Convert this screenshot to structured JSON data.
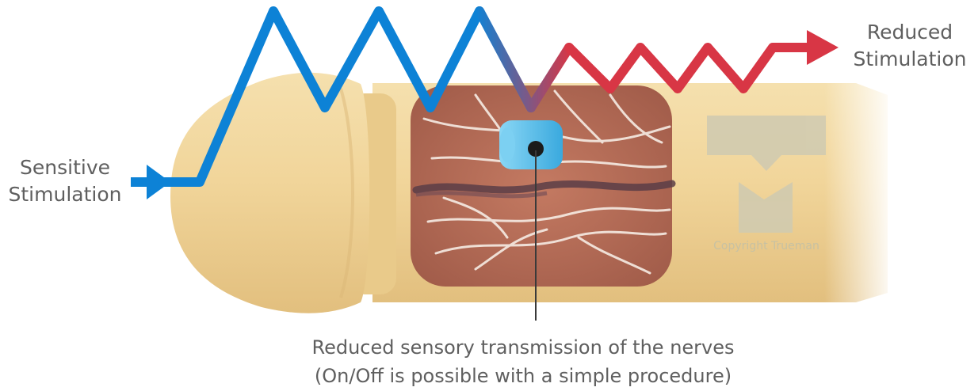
{
  "labels": {
    "sensitive": [
      "Sensitive",
      "Stimulation"
    ],
    "reduced": [
      "Reduced",
      "Stimulation"
    ],
    "caption": [
      "Reduced sensory transmission of the nerves",
      "(On/Off is possible with a simple procedure)"
    ],
    "watermark": "Copyright Trueman"
  },
  "colors": {
    "high_wave": "#0d82d6",
    "low_wave": "#d83645",
    "shaft": "#f1d59a",
    "tissue": "#b86a55",
    "nerve": "#f6ece4",
    "vein": "#5a3d47",
    "clip": "#5ec3ec",
    "logo": "#cfcab1"
  },
  "icons": {
    "left_arrow": "arrow-right-icon",
    "right_arrow": "arrow-right-icon",
    "logo": "trueman-logo-icon"
  }
}
